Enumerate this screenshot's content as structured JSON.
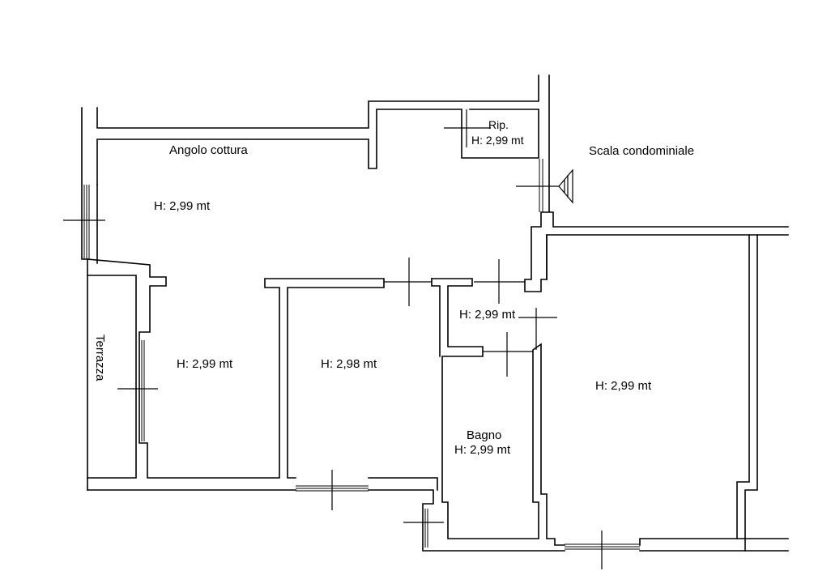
{
  "rooms": {
    "angolo_cottura": {
      "name": "Angolo cottura",
      "height": "H: 2,99 mt"
    },
    "ripostiglio": {
      "name": "Rip.",
      "height": "H: 2,99 mt"
    },
    "scala": {
      "name": "Scala condominiale"
    },
    "terrazza": {
      "name": "Terrazza"
    },
    "camera_1": {
      "height": "H: 2,99 mt"
    },
    "camera_2": {
      "height": "H: 2,98 mt"
    },
    "disimpegno": {
      "height": "H: 2,99 mt"
    },
    "bagno": {
      "name": "Bagno",
      "height": "H: 2,99 mt"
    },
    "camera_3": {
      "height": "H: 2,99 mt"
    }
  }
}
